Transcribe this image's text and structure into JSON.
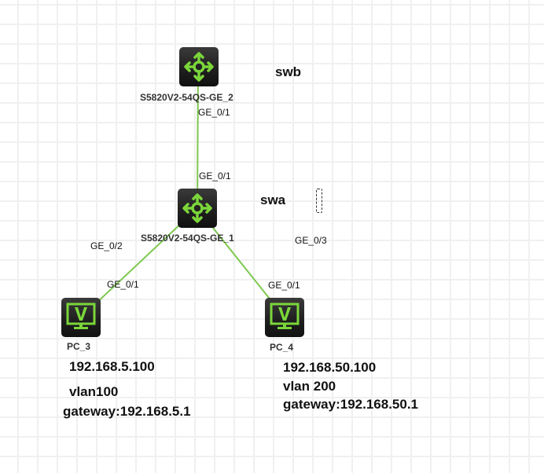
{
  "colors": {
    "link": "#7ec850",
    "icon_green": "#7bd63a",
    "icon_bg": "#1e1e1e"
  },
  "devices": [
    {
      "id": "swb",
      "type": "switch",
      "model_label": "S5820V2-54QS-GE_2",
      "name_label": "swb",
      "icon": "router-switch-icon"
    },
    {
      "id": "swa",
      "type": "switch",
      "model_label": "S5820V2-54QS-GE_1",
      "name_label": "swa",
      "icon": "router-switch-icon"
    },
    {
      "id": "pc3",
      "type": "pc",
      "model_label": "PC_3",
      "icon": "pc-monitor-icon",
      "notes": [
        "192.168.5.100",
        "vlan100",
        "gateway:192.168.5.1"
      ]
    },
    {
      "id": "pc4",
      "type": "pc",
      "model_label": "PC_4",
      "icon": "pc-monitor-icon",
      "notes": [
        "192.168.50.100",
        "vlan 200",
        "gateway:192.168.50.1"
      ]
    }
  ],
  "links": [
    {
      "from": "swb",
      "to": "swa",
      "from_port": "GE_0/1",
      "to_port": "GE_0/1"
    },
    {
      "from": "swa",
      "to": "pc3",
      "from_port": "GE_0/2",
      "to_port": "GE_0/1"
    },
    {
      "from": "swa",
      "to": "pc4",
      "from_port": "GE_0/3",
      "to_port": "GE_0/1"
    }
  ]
}
